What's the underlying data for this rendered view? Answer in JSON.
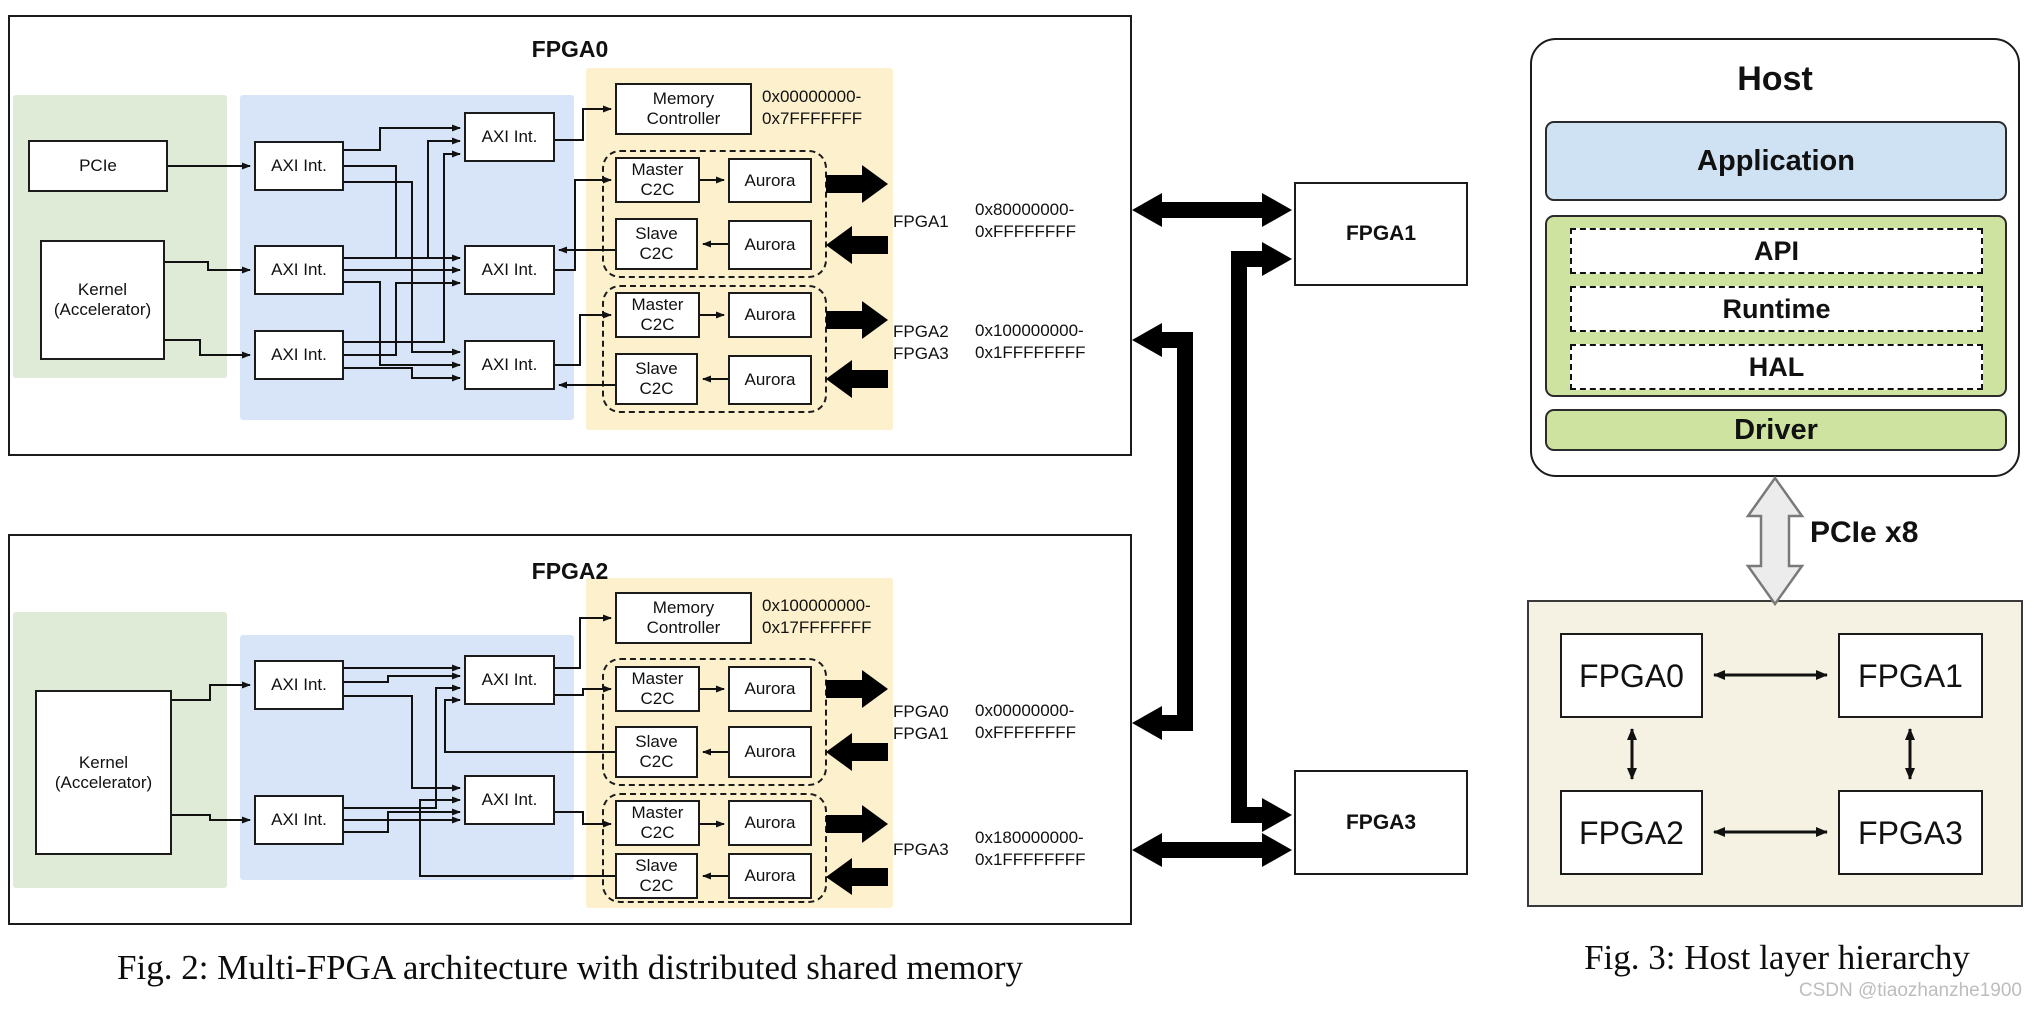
{
  "colors": {
    "region_green": "#dfead7",
    "region_blue": "#d8e5f9",
    "region_yellow": "#fdf0cd",
    "fig3_blue": "#cfe2f3",
    "fig3_green": "#cfe3a0",
    "cluster_beige": "#f6f2e3",
    "line_black": "#111111",
    "watermark_gray": "#bdbdbd"
  },
  "fig2": {
    "caption": "Fig. 2: Multi-FPGA architecture with distributed shared memory",
    "fpga0": {
      "title": "FPGA0",
      "pcie": "PCIe",
      "kernel": "Kernel\n(Accelerator)",
      "axi": "AXI Int.",
      "memctrl": "Memory\nController",
      "mem_range": "0x00000000-\n0x7FFFFFFF",
      "master": "Master\nC2C",
      "slave": "Slave\nC2C",
      "aurora": "Aurora",
      "port1_names": "FPGA1",
      "port1_range": "0x80000000-\n0xFFFFFFFF",
      "port2_names": "FPGA2\nFPGA3",
      "port2_range": "0x100000000-\n0x1FFFFFFFF"
    },
    "fpga2": {
      "title": "FPGA2",
      "kernel": "Kernel\n(Accelerator)",
      "axi": "AXI Int.",
      "memctrl": "Memory\nController",
      "mem_range": "0x100000000-\n0x17FFFFFFF",
      "master": "Master\nC2C",
      "slave": "Slave\nC2C",
      "aurora": "Aurora",
      "port1_names": "FPGA0\nFPGA1",
      "port1_range": "0x00000000-\n0xFFFFFFFF",
      "port2_names": "FPGA3",
      "port2_range": "0x180000000-\n0x1FFFFFFFF"
    },
    "fpga1_node": "FPGA1",
    "fpga3_node": "FPGA3"
  },
  "fig3": {
    "caption": "Fig. 3: Host layer hierarchy",
    "host": {
      "title": "Host",
      "application": "Application",
      "api": "API",
      "runtime": "Runtime",
      "hal": "HAL",
      "driver": "Driver"
    },
    "pcie_link": "PCIe x8",
    "cluster": [
      "FPGA0",
      "FPGA1",
      "FPGA2",
      "FPGA3"
    ]
  },
  "watermark": "CSDN @tiaozhanzhe1900"
}
